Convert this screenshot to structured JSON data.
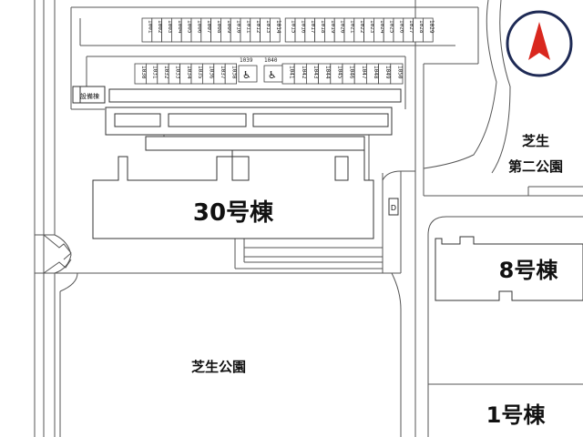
{
  "compass": {
    "icon": "north-arrow-icon",
    "color": "#d9271e",
    "ring": "#1e2a55"
  },
  "parking": {
    "top_row": [
      "1001",
      "1002",
      "1003",
      "1004",
      "1005",
      "1006",
      "1007",
      "1008",
      "1009",
      "1010",
      "1011",
      "1012",
      "1013",
      "1014",
      "1015",
      "1016",
      "1017",
      "1018",
      "1019",
      "1020",
      "1021",
      "1022",
      "1023",
      "1024",
      "1025",
      "1026",
      "1027",
      "1028",
      "1029"
    ],
    "second_row_left": [
      "1030",
      "1031",
      "1032",
      "1033",
      "1034",
      "1035",
      "1036",
      "1037",
      "1038"
    ],
    "second_row_right": [
      "1041",
      "1042",
      "1043",
      "1044",
      "1045",
      "1046",
      "1047",
      "1048",
      "1049",
      "1050"
    ],
    "accessible_1": "1039",
    "accessible_2": "1040",
    "accessible_icon": "wheelchair-icon"
  },
  "facility": {
    "label": "設備棟"
  },
  "buildings": {
    "b30": "30号棟",
    "b8": "8号棟",
    "b1": "1号棟"
  },
  "parks": {
    "park_main": "芝生公園",
    "park_second_line1": "芝生",
    "park_second_line2": "第二公園"
  },
  "marker": {
    "d_label": "D"
  }
}
